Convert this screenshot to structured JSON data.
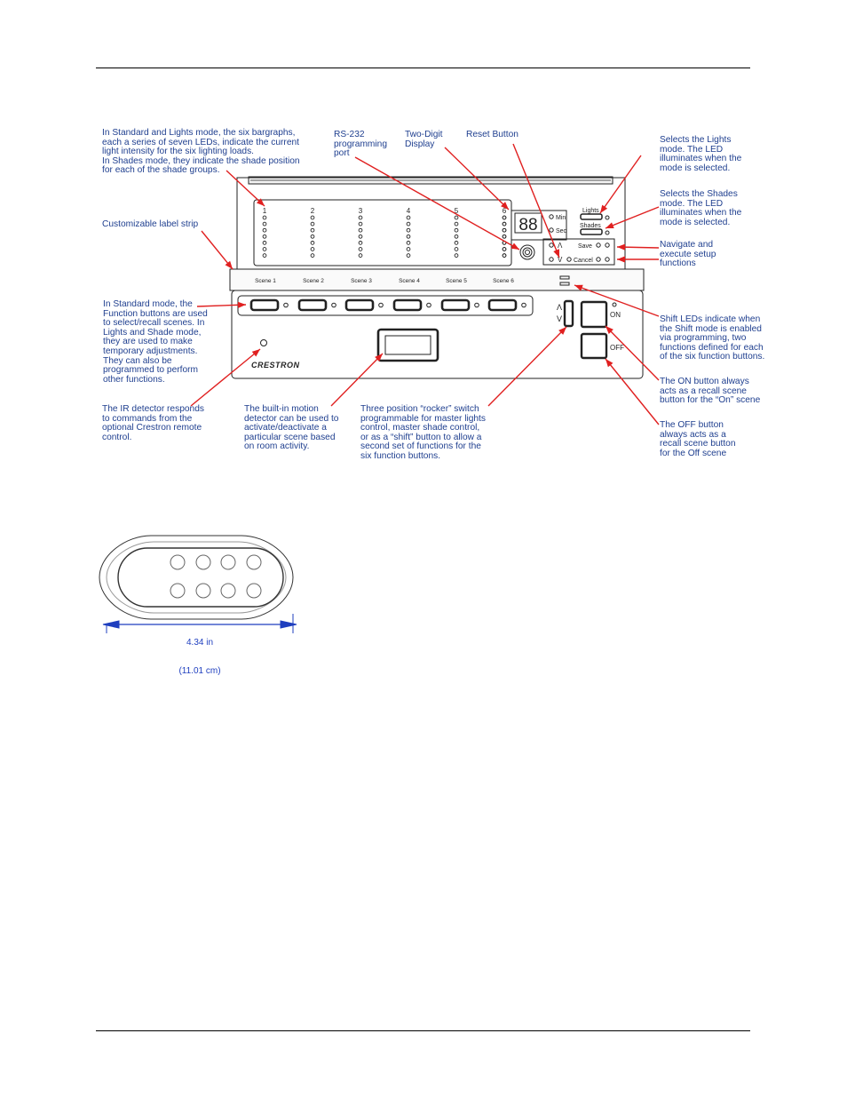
{
  "device": {
    "bargraph_numbers": [
      "1",
      "2",
      "3",
      "4",
      "5",
      "6"
    ],
    "leds_per_bargraph": 7,
    "scenes": [
      "Scene 1",
      "Scene 2",
      "Scene 3",
      "Scene 4",
      "Scene 5",
      "Scene 6"
    ],
    "display_digits": "88",
    "min_label": "Min",
    "sec_label": "Sec",
    "lights_label": "Lights",
    "shades_label": "Shades",
    "save_label": "Save",
    "cancel_label": "Cancel",
    "up_symbol": "Λ",
    "down_symbol": "V",
    "rocker_up": "Λ",
    "rocker_down": "V",
    "on_label": "ON",
    "off_label": "OFF",
    "logo": "CRESTRON"
  },
  "callouts": {
    "bargraphs": "In Standard and Lights mode, the six bargraphs,\neach a series of seven LEDs, indicate the current\nlight intensity for the six lighting loads.\nIn Shades mode, they indicate the shade position\nfor each of the shade groups.",
    "rs232": "RS-232\nprogramming\nport",
    "display": "Two-Digit\nDisplay",
    "reset": "Reset Button",
    "lights": "Selects the Lights\nmode. The LED\nilluminates when the\nmode is selected.",
    "shades": "Selects the Shades\nmode. The LED\nilluminates when the\nmode is selected.",
    "label_strip": "Customizable label strip",
    "navigate": "Navigate and\nexecute setup\nfunctions",
    "function_buttons": "In Standard mode, the\nFunction buttons are used\nto select/recall scenes. In\nLights and Shade mode,\nthey are used to make\ntemporary adjustments.\nThey can also be\nprogrammed to perform\nother functions.",
    "shift_leds": "Shift LEDs indicate when\nthe Shift mode is enabled\nvia programming, two\nfunctions defined for each\nof the six function buttons.",
    "on_button": "The ON button always\nacts as a recall scene\nbutton for the “On” scene",
    "off_button": "The OFF button\nalways acts as a\nrecall scene button\nfor the Off scene",
    "ir": "The IR detector responds\nto commands from the\noptional Crestron remote\ncontrol.",
    "motion": "The built-in motion\ndetector can be used to\nactivate/deactivate a\nparticular scene based\non room activity.",
    "rocker": "Three position “rocker” switch\nprogrammable for master lights\ncontrol, master shade control,\nor as a “shift” button to allow a\nsecond set of functions for the\nsix function buttons."
  },
  "dimension": {
    "inches": "4.34 in",
    "cm": "(11.01 cm)"
  },
  "colors": {
    "callout_text": "#1f3f8f",
    "arrow": "#e02020",
    "dimension": "#1f3fbf"
  }
}
